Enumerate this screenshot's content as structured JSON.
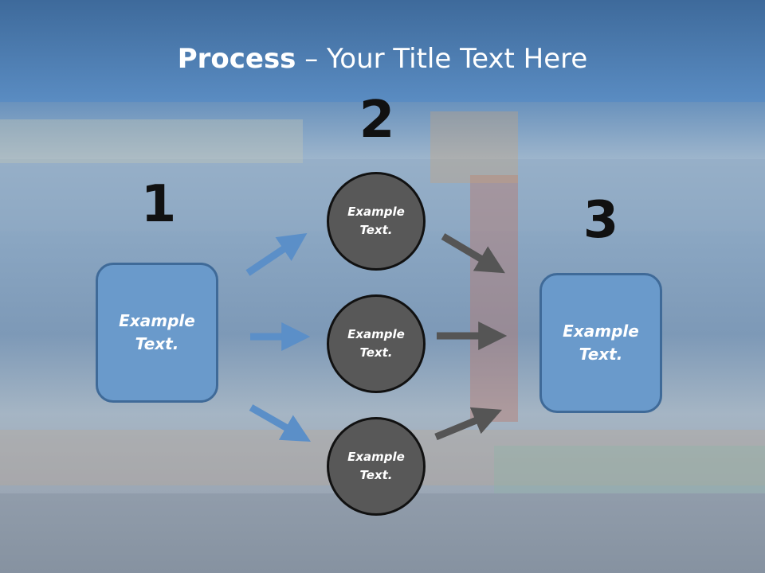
{
  "title": {
    "bold": "Process",
    "rest": " – Your Title Text Here"
  },
  "steps": {
    "one": {
      "number": "1",
      "text": "Example Text."
    },
    "two": {
      "number": "2"
    },
    "three": {
      "number": "3",
      "text": "Example Text."
    }
  },
  "circles": [
    {
      "text": "Example Text."
    },
    {
      "text": "Example Text."
    },
    {
      "text": "Example Text."
    }
  ],
  "colors": {
    "title_band": "#4a7cb0",
    "box_fill": "#6a9acb",
    "box_border": "#3f6a98",
    "circle_fill": "#585858",
    "arrow_blue": "#5b8fc8",
    "arrow_gray": "#555555"
  }
}
